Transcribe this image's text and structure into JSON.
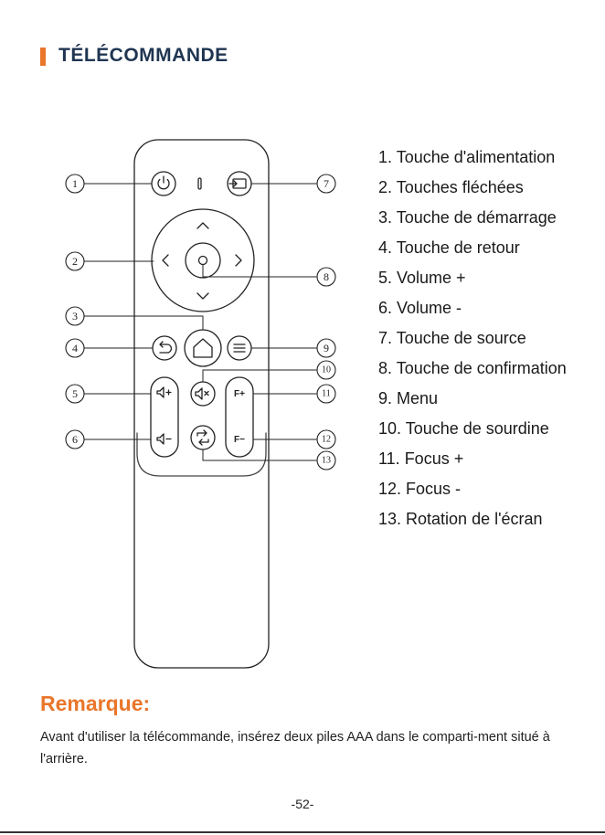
{
  "header": {
    "title": "TÉLÉCOMMANDE",
    "accent_color": "#e9762b"
  },
  "remote": {
    "callout_numbers": [
      "1",
      "2",
      "3",
      "4",
      "5",
      "6",
      "7",
      "8",
      "9",
      "10",
      "11",
      "12",
      "13"
    ],
    "button_glyphs": {
      "focus_plus": "F+",
      "focus_minus": "F−"
    },
    "icons": [
      "power-icon",
      "indicator-led",
      "source-icon",
      "arrow-up-icon",
      "arrow-down-icon",
      "arrow-left-icon",
      "arrow-right-icon",
      "ok-icon",
      "back-icon",
      "home-icon",
      "menu-icon",
      "volume-up-icon",
      "volume-down-icon",
      "mute-icon",
      "rotate-icon"
    ]
  },
  "legend": {
    "items": [
      "1. Touche d'alimentation",
      "2. Touches fléchées",
      "3. Touche de démarrage",
      "4. Touche de retour",
      "5. Volume +",
      "6. Volume -",
      "7. Touche de source",
      "8. Touche de confirmation",
      "9. Menu",
      "10. Touche de sourdine",
      "11. Focus +",
      "12. Focus -",
      "13. Rotation de l'écran"
    ]
  },
  "note": {
    "title": "Remarque:",
    "text": "Avant d'utiliser la télécommande, insérez deux piles AAA dans le comparti-ment situé à l'arrière."
  },
  "footer": {
    "page_number": "-52-"
  }
}
